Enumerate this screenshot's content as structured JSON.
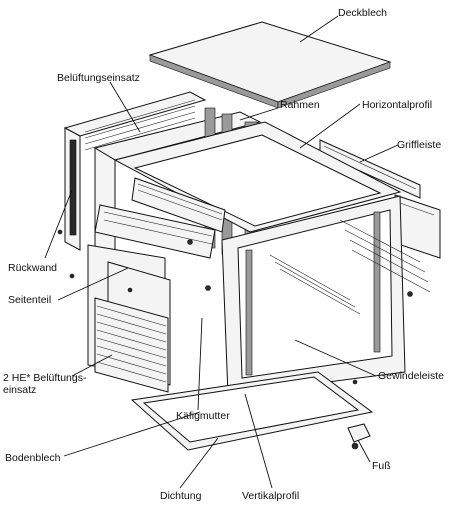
{
  "labels": {
    "deckblech": "Deckblech",
    "belueftungseinsatz": "Belüftungseinsatz",
    "rahmen": "Rahmen",
    "horizontalprofil": "Horizontalprofil",
    "griffleiste": "Griffleiste",
    "rueckwand": "Rückwand",
    "seitenteil": "Seitenteil",
    "he_belueftung_line1": "2 HE* Belüftungs-",
    "he_belueftung_line2": "einsatz",
    "gewindeleiste": "Gewindeleiste",
    "kaefigmutter": "Käfigmutter",
    "fuss": "Fuß",
    "bodenblech": "Bodenblech",
    "dichtung": "Dichtung",
    "vertikalprofil": "Vertikalprofil"
  }
}
